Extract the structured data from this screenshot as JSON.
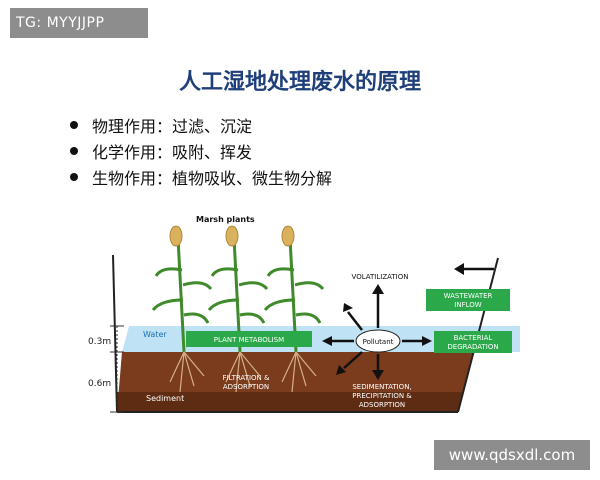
{
  "watermark_top": "TG: MYYJJPP",
  "watermark_bottom": "www.qdsxdl.com",
  "title": "人工湿地处理废水的原理",
  "bullets": [
    {
      "text": "物理作用：过滤、沉淀"
    },
    {
      "text": "化学作用：吸附、挥发"
    },
    {
      "text": "生物作用：植物吸收、微生物分解"
    }
  ],
  "diagram": {
    "marsh_plants": "Marsh plants",
    "water": "Water",
    "sediment": "Sediment",
    "depth_top": "0.3m",
    "depth_bottom": "0.6m",
    "plant_metabolism": "PLANT METABOLISM",
    "pollutant": "Pollutant",
    "volatilization": "VOLATILIZATION",
    "wastewater_inflow_1": "WASTEWATER",
    "wastewater_inflow_2": "INFLOW",
    "bacterial_degradation_1": "BACTERIAL",
    "bacterial_degradation_2": "DEGRADATION",
    "filtration_1": "FILTRATION &",
    "filtration_2": "ADSORPTION",
    "sedimentation_1": "SEDIMENTATION,",
    "sedimentation_2": "PRECIPITATION &",
    "sedimentation_3": "ADSORPTION"
  },
  "colors": {
    "title": "#1f3f7a",
    "water": "#bfe3f5",
    "sediment": "#7a3c1c",
    "label_green": "#2aa84a",
    "badge_gray": "#8d8d8d"
  }
}
